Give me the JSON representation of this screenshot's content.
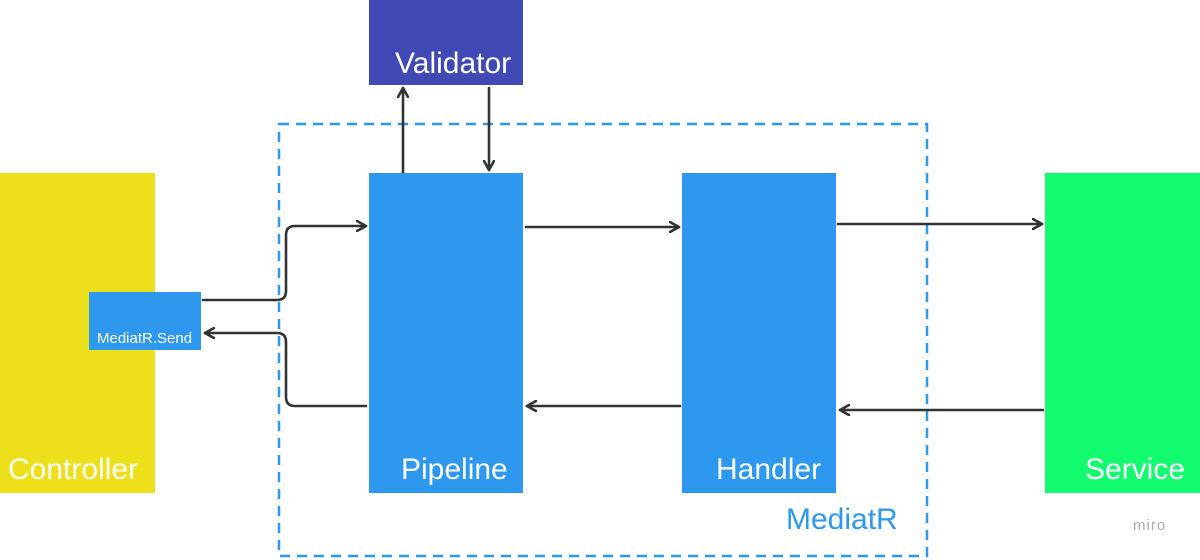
{
  "diagram": {
    "nodes": {
      "validator": {
        "label": "Validator"
      },
      "controller": {
        "label": "Controller"
      },
      "mediatr_send": {
        "label": "MediatR.Send"
      },
      "pipeline": {
        "label": "Pipeline"
      },
      "handler": {
        "label": "Handler"
      },
      "service": {
        "label": "Service"
      }
    },
    "group": {
      "label": "MediatR"
    },
    "watermark": "miro"
  },
  "colors": {
    "validator": "#4149b5",
    "controller": "#ebe01b",
    "blue_box": "#2d98ee",
    "service": "#13fc6f",
    "group_border": "#2d98ee",
    "group_text": "#2d98ee",
    "arrow": "#333333",
    "watermark": "#a9acb3"
  }
}
